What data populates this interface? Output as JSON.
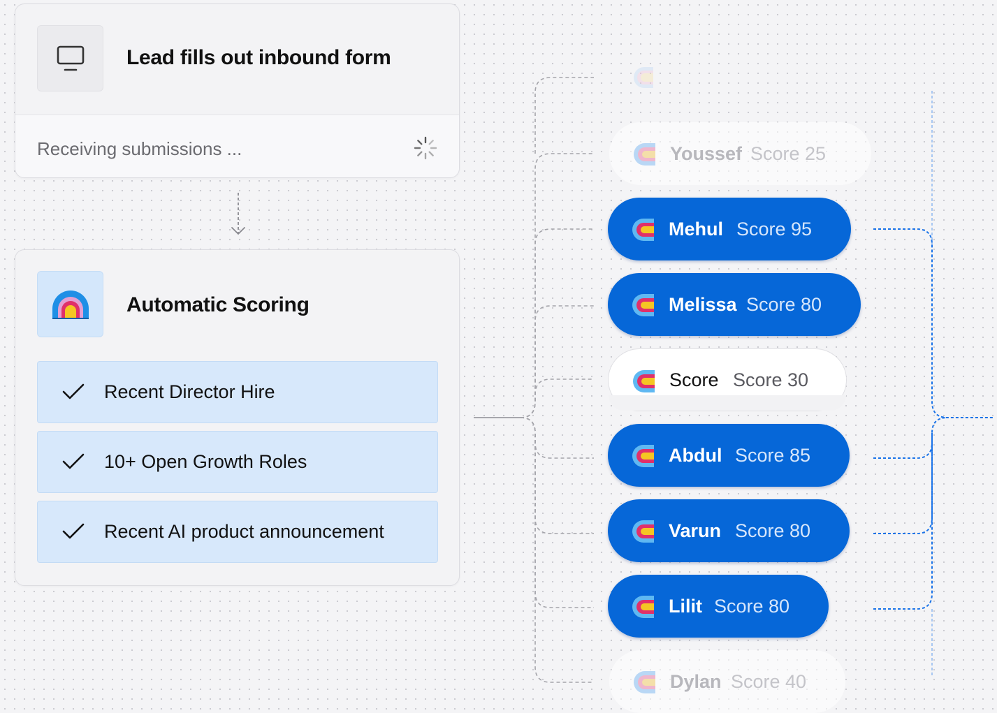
{
  "card_form": {
    "title": "Lead fills out inbound form",
    "status": "Receiving submissions ...",
    "icon": "monitor-icon"
  },
  "card_scoring": {
    "title": "Automatic Scoring",
    "icon": "scoring-logo-icon",
    "criteria": [
      {
        "label": "Recent Director Hire"
      },
      {
        "label": "10+ Open Growth Roles"
      },
      {
        "label": "Recent AI product announcement"
      }
    ]
  },
  "leads": [
    {
      "name": "Youssef",
      "score": "Score 25",
      "style": "faded"
    },
    {
      "name": "Mehul",
      "score": "Score 95",
      "style": "blue"
    },
    {
      "name": "Melissa",
      "score": "Score 80",
      "style": "blue"
    },
    {
      "name": "Score",
      "score": "Score 30",
      "style": "white"
    },
    {
      "name": "Abdul",
      "score": "Score 85",
      "style": "blue"
    },
    {
      "name": "Varun",
      "score": "Score 80",
      "style": "blue"
    },
    {
      "name": "Lilit",
      "score": "Score 80",
      "style": "blue"
    },
    {
      "name": "Dylan",
      "score": "Score 40",
      "style": "faded"
    }
  ],
  "colors": {
    "accent_blue": "#0667d8",
    "criteria_bg": "#d7e8fb",
    "connector_gray": "#9c9ca2",
    "connector_blue": "#1a73e8"
  }
}
